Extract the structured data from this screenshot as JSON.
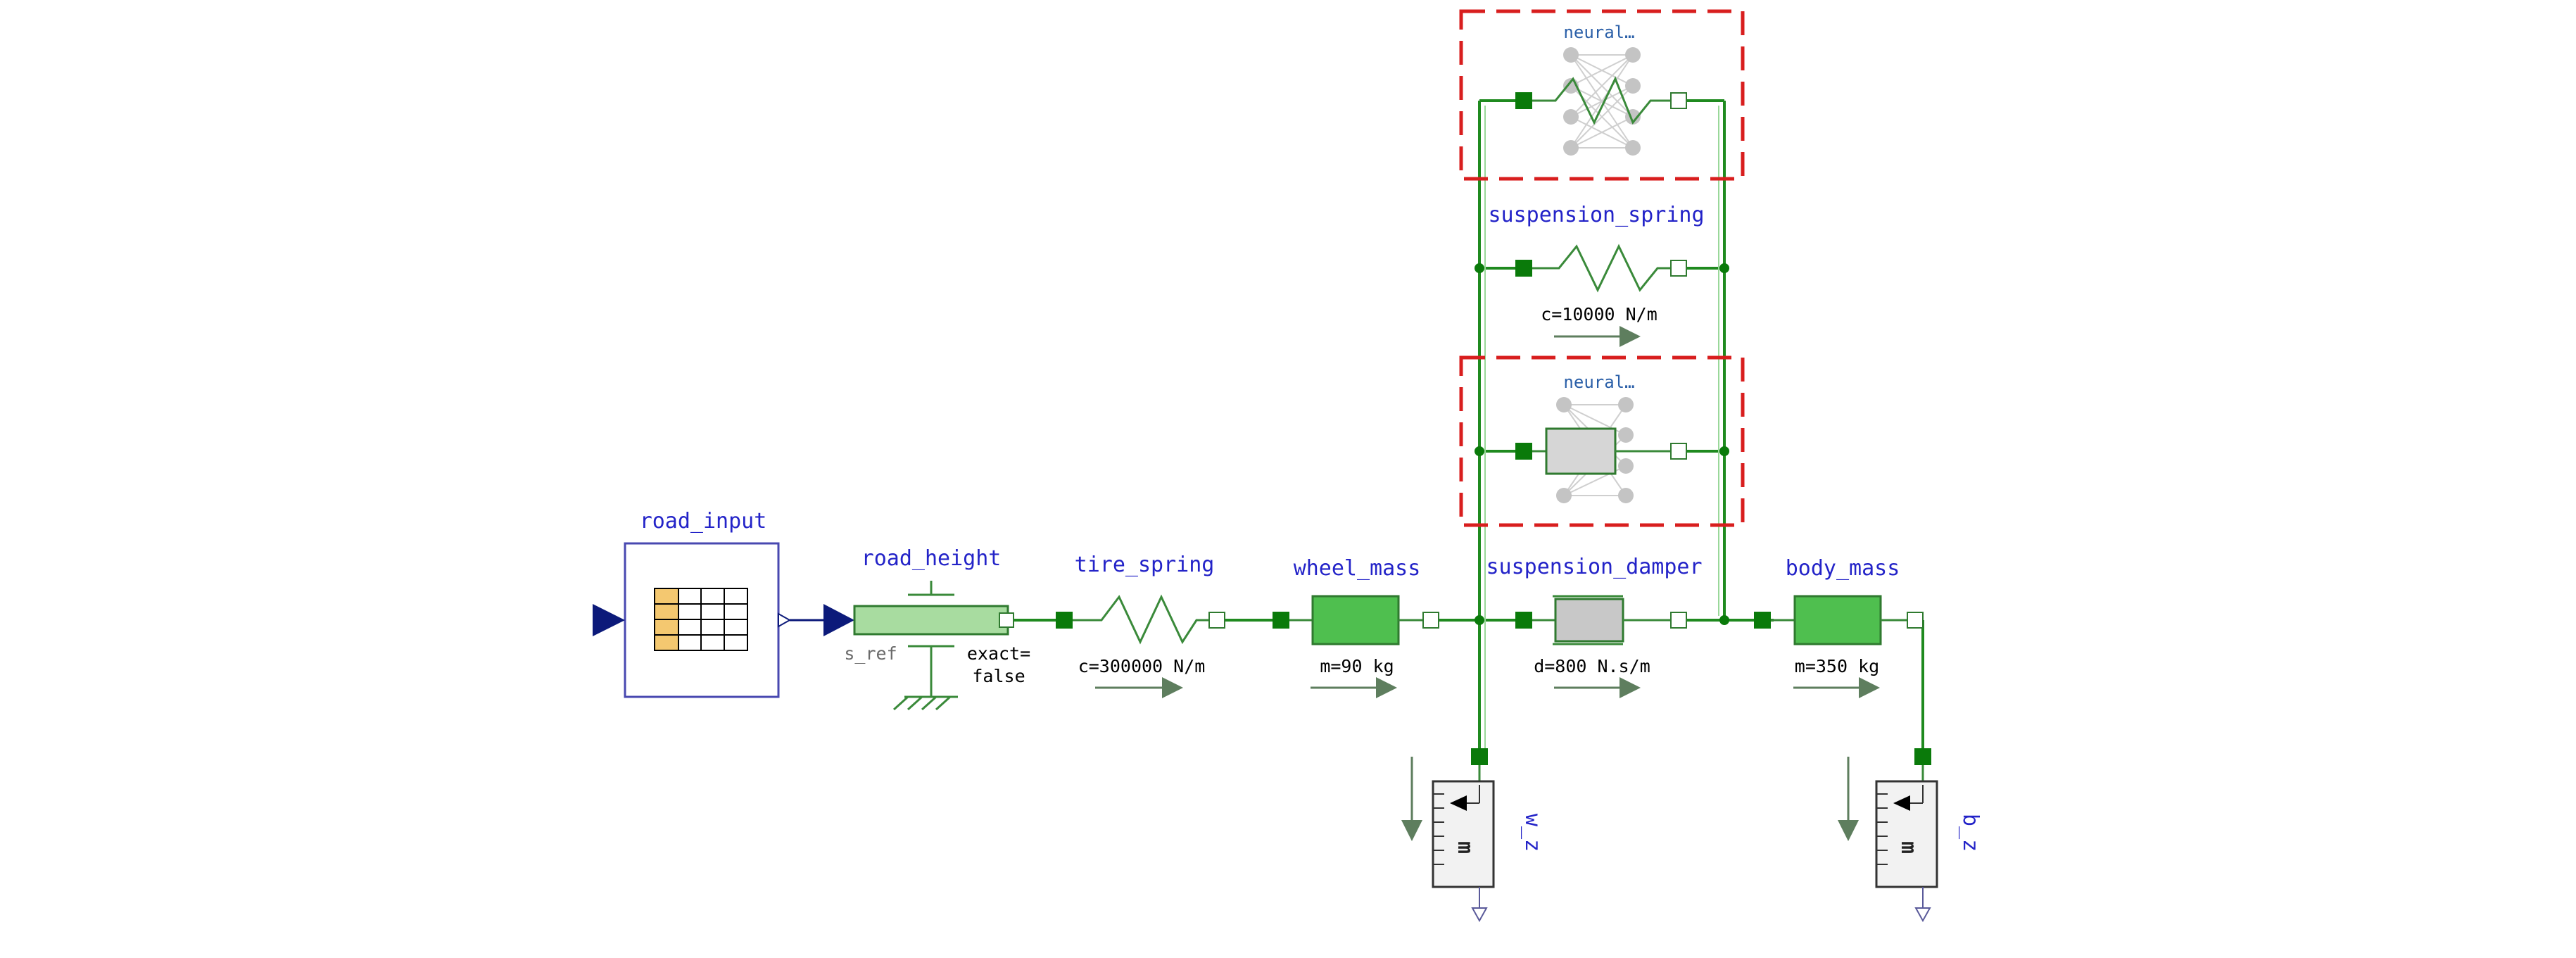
{
  "diagram": {
    "colors": {
      "wire": "#1f8a1f",
      "port_fill": "#0a7a0a",
      "mass_fill": "#4fbf4f",
      "road_height_fill": "#a8dca0",
      "highlight_box": "#d81e1e",
      "signal": "#0c1a7a",
      "table_cells": "#f4c870",
      "label_blue": "#2323c8",
      "arrow": "#5e7e5e"
    },
    "components": {
      "road_input": {
        "name": "road_input",
        "icon": "table-icon"
      },
      "road_height": {
        "name": "road_height",
        "sref": "s_ref",
        "param_line1": "exact=",
        "param_line2": "false"
      },
      "tire_spring": {
        "name": "tire_spring",
        "param": "c=300000 N/m"
      },
      "wheel_mass": {
        "name": "wheel_mass",
        "param": "m=90 kg"
      },
      "suspension_damper": {
        "name": "suspension_damper",
        "param": "d=800 N.s/m"
      },
      "suspension_spring": {
        "name": "suspension_spring",
        "param": "c=10000 N/m"
      },
      "neural_top": {
        "name": "neural…",
        "icon": "neural-network-icon"
      },
      "neural_mid": {
        "name": "neural…",
        "icon": "neural-network-icon"
      },
      "body_mass": {
        "name": "body_mass",
        "param": "m=350 kg"
      },
      "sensor_w": {
        "label": "w_z",
        "glyph": "m",
        "icon": "position-sensor-icon"
      },
      "sensor_b": {
        "label": "b_z",
        "glyph": "m",
        "icon": "position-sensor-icon"
      }
    }
  }
}
